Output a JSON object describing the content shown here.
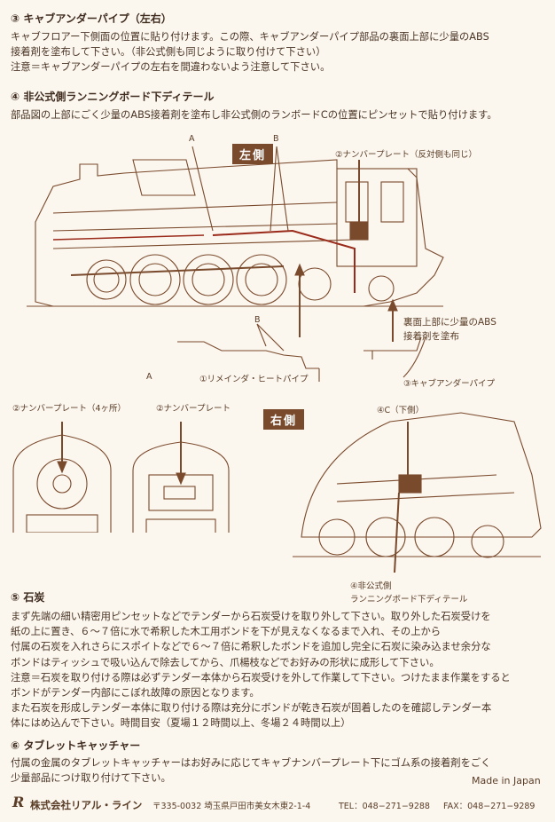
{
  "section3": {
    "heading": "③ キャブアンダーパイプ（左右）",
    "lines": [
      "キャブフロアー下側面の位置に貼り付けます。この際、キャブアンダーパイプ部品の裏面上部に少量のABS",
      "接着剤を塗布して下さい。（非公式側も同じように取り付けて下さい）",
      "注意＝キャブアンダーパイプの左右を間違わないよう注意して下さい。"
    ]
  },
  "section4": {
    "heading": "④ 非公式側ランニングボード下ディテール",
    "lines": [
      "部品図の上部にごく少量のABS接着剤を塗布し非公式側のランボードCの位置にピンセットで貼り付けます。"
    ]
  },
  "diagram": {
    "left_tag": "左側",
    "right_tag": "右側",
    "label_A_top": "A",
    "label_B_top": "B",
    "label_numberplate_top": "②ナンバープレート（反対側も同じ）",
    "label_B_parts": "B",
    "label_A_parts": "A",
    "label_reheat_pipe": "①リメインダ・ヒートパイプ",
    "label_abs_note_1": "裏面上部に少量のABS",
    "label_abs_note_2": "接着剤を塗布",
    "label_cab_pipe": "③キャブアンダーパイプ",
    "label_front_plate": "②ナンバープレート（4ヶ所）",
    "label_rear_plate": "②ナンバープレート",
    "label_C": "④C（下側）",
    "label_running_1": "④非公式側",
    "label_running_2": "ランニングボード下ディテール"
  },
  "section5": {
    "heading": "⑤ 石炭",
    "lines": [
      "まず先端の細い精密用ピンセットなどでテンダーから石炭受けを取り外して下さい。取り外した石炭受けを",
      "紙の上に置き、６～７倍に水で希釈した木工用ボンドを下が見えなくなるまで入れ、その上から",
      "付属の石炭を入れさらにスポイトなどで６～７倍に希釈したボンドを追加し完全に石炭に染み込ませ余分な",
      "ボンドはティッシュで吸い込んで除去してから、爪楊枝などでお好みの形状に成形して下さい。",
      "注意＝石炭を取り付ける際は必ずテンダー本体から石炭受けを外して作業して下さい。つけたまま作業をすると",
      "ボンドがテンダー内部にこぼれ故障の原因となります。",
      "また石炭を形成しテンダー本体に取り付ける際は充分にボンドが乾き石炭が固着したのを確認しテンダー本",
      "体にはめ込んで下さい。時間目安（夏場１２時間以上、冬場２４時間以上）"
    ]
  },
  "section6": {
    "heading": "⑥ タブレットキャッチャー",
    "lines": [
      "付属の金属のタブレットキャッチャーはお好みに応じてキャブナンバープレート下にゴム系の接着剤をごく",
      "少量部品につけ取り付けて下さい。"
    ],
    "made_in": "Made in Japan"
  },
  "footer": {
    "logo": "R",
    "company": "株式会社リアル・ライン",
    "address": "〒335-0032 埼玉県戸田市美女木東2-1-4",
    "tel": "TEL：048−271−9288",
    "fax": "FAX：048−271−9289"
  },
  "colors": {
    "ink": "#4a3525",
    "line": "#7a4a2c",
    "accent": "#8b5a36",
    "paper": "#fbf6ee"
  }
}
